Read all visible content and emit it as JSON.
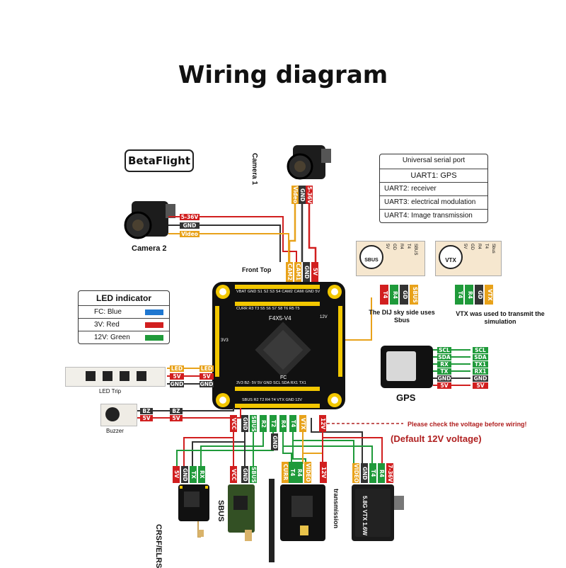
{
  "title": "Wiring diagram",
  "betaflight": "BetaFlight",
  "camera1": {
    "label": "Camera 1",
    "pins": [
      "Video",
      "GND",
      "5-36V"
    ]
  },
  "camera2": {
    "label": "Camera 2",
    "pins": [
      "5-36V",
      "GND",
      "Video"
    ]
  },
  "front_top": "Front Top",
  "uart_box": {
    "title": "Universal serial port",
    "rows": [
      "UART1: GPS",
      "UART2: receiver",
      "UART3: electrical modulation",
      "UART4: Image transmission"
    ]
  },
  "led_indicator": {
    "title": "LED indicator",
    "rows": [
      {
        "label": "FC: Blue",
        "color": "#1f77d0"
      },
      {
        "label": "3V: Red",
        "color": "#d11f1f"
      },
      {
        "label": "12V: Green",
        "color": "#1f9a3a"
      }
    ]
  },
  "fc": {
    "name": "F4X5-V4",
    "top_pins": "VBAT GND S1 S2 S3 S4 CAM2 CAMI GND 5V",
    "top_pins2": "CURR R3 T3 S5 S6 S7 S8 T6 R5 T5",
    "bottom_pins": "3V3 BZ- 5V 5V GND SCL SDA RX1 TX1",
    "bottom_pins2": "SBUS R2 T2 R4 T4 VTX GND 12V",
    "fc_label": "FC",
    "v12": "12V",
    "v3": "3V3"
  },
  "fc_top_tags": [
    "CAM2",
    "CAM1",
    "GND",
    "5V"
  ],
  "sbus_conn": {
    "label": "SBUS",
    "pins": [
      "T4",
      "R4",
      "GD",
      "SBUS"
    ],
    "colors": [
      "#d11f1f",
      "#1f9a3a",
      "#333333",
      "#e8a21a"
    ],
    "note": "The DIJ sky side uses Sbus",
    "header": [
      "5V",
      "GD",
      "R4",
      "T4",
      "SBUS"
    ]
  },
  "vtx_conn": {
    "label": "VTX",
    "pins": [
      "T4",
      "R4",
      "GD",
      "VTX"
    ],
    "colors": [
      "#1f9a3a",
      "#1f9a3a",
      "#333333",
      "#e8a21a"
    ],
    "note": "VTX was used to transmit the simulation",
    "header": [
      "5V",
      "GD",
      "R4",
      "T4",
      "Sbus"
    ]
  },
  "gps": {
    "label": "GPS",
    "left_pins": [
      "SCL",
      "SDA",
      "RX",
      "TX",
      "GND",
      "5V"
    ],
    "right_pins": [
      "SCL",
      "SDA",
      "TX1",
      "RX1",
      "GND",
      "5V"
    ]
  },
  "led_strip": {
    "label": "LED Trip",
    "pins": [
      "LED",
      "5V",
      "GND"
    ],
    "fc_pins": [
      "LED",
      "5V",
      "GND"
    ]
  },
  "buzzer": {
    "label": "Buzzer",
    "pins": [
      "BZ",
      "5V"
    ],
    "fc_pins": [
      "BZ",
      "5V"
    ]
  },
  "bottom_tags": [
    "VCC",
    "GND",
    "SBUS",
    "R2",
    "T2",
    "GND",
    "R4",
    "T4",
    "VTX",
    "12V"
  ],
  "voltage_note": "Please check the voltage before wiring!",
  "default_voltage": "(Default 12V voltage)",
  "devices": {
    "crsf": {
      "label": "CRSF/ELRS",
      "pins": [
        "5V",
        "GND",
        "TX",
        "RX"
      ]
    },
    "sbus": {
      "label": "SBUS",
      "pins": [
        "VCC",
        "GND",
        "SBUS"
      ]
    },
    "esc": {
      "label": "",
      "pins": [
        "CURR",
        "T4",
        "R4",
        "VIDEO",
        "12V"
      ]
    },
    "transmission": {
      "label": "transmission",
      "pins": [
        "VIDEO",
        "GND",
        "T4",
        "R4",
        "7-36V"
      ],
      "chip": "5.8G VTX 1.6W"
    }
  }
}
